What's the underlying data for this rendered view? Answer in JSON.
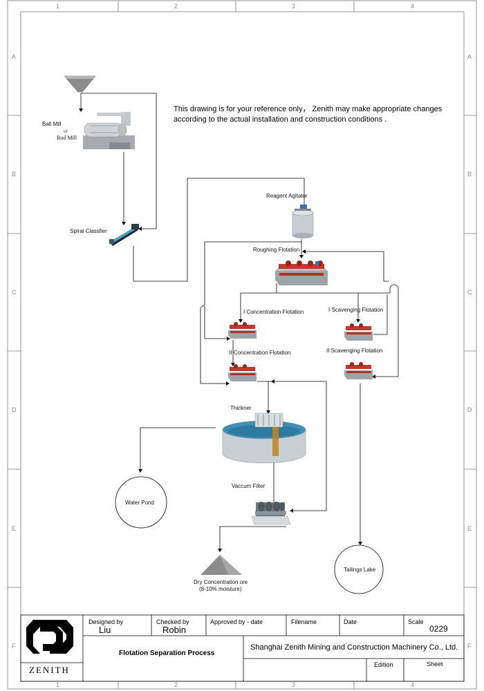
{
  "frame": {
    "columns": [
      "1",
      "2",
      "3",
      "4"
    ],
    "rows": [
      "A",
      "B",
      "C",
      "D",
      "E",
      "F"
    ]
  },
  "note": "This drawing is for your reference only， Zenith may make appropriate changes according to the actual installation and construction conditions .",
  "equipment": {
    "ball_mill": "Ball Mill",
    "or": "or",
    "rod_mill": "Rod Mill",
    "spiral_classifier": "Spiral Classfier",
    "reagent_agitator": "Reagent Agitator",
    "roughing_flotation": "Roughing Flotation",
    "i_concentration": "I Concentration Flotation",
    "ii_concentration": "II Concentration Flotation",
    "i_scavenging": "I Scavenging Flotation",
    "ii_scavenging": "II Scavenging Flotation",
    "thickener": "Thickner",
    "water_pond": "Water Pond",
    "vacuum_filter": "Vaccum Filter",
    "tailings_lake": "Tailings Lake",
    "dry_concentrate": "Dry Concentration ore",
    "moisture": "(8-10% moisture)"
  },
  "title_block": {
    "logo_text": "ZENITH",
    "designed_by_label": "Designed by",
    "designed_by": "Liu",
    "checked_by_label": "Checked by",
    "checked_by": "Robin",
    "approved_label": "Approved by - date",
    "filename_label": "Filename",
    "date_label": "Date",
    "scale_label": "Scale",
    "scale_value": "0229",
    "drawing_title": "Flotation Separation Process",
    "company": "Shanghai Zenith Mining and Construction Machinery Co., Ltd.",
    "edition_label": "Edition",
    "sheet_label": "Sheet"
  },
  "colors": {
    "machine_red": "#c0392b",
    "machine_grey": "#9aa3a8",
    "water_blue": "#3d8fb5",
    "line": "#000000"
  }
}
